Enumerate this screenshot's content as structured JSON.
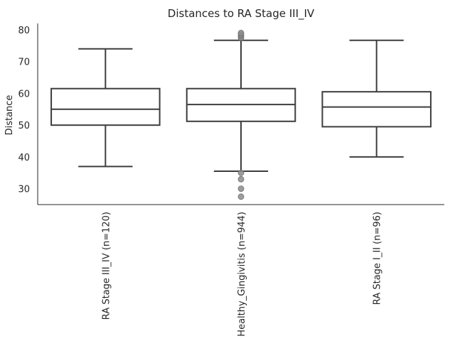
{
  "chart_data": {
    "type": "box",
    "title": "Distances to RA Stage III_IV",
    "xlabel": "",
    "ylabel": "Distance",
    "ylim": [
      25,
      82
    ],
    "yticks": [
      30,
      40,
      50,
      60,
      70,
      80
    ],
    "grid": false,
    "categories": [
      "RA Stage III_IV (n=120)",
      "Healthy_Gingivitis (n=944)",
      "RA Stage I_II (n=96)"
    ],
    "boxes": [
      {
        "whisker_low": 37,
        "q1": 50,
        "median": 55,
        "q3": 61.5,
        "whisker_high": 74,
        "outliers": []
      },
      {
        "whisker_low": 35.5,
        "q1": 51.2,
        "median": 56.5,
        "q3": 61.5,
        "whisker_high": 76.7,
        "outliers": [
          35,
          33,
          30,
          27.5,
          77.5,
          78,
          78.5,
          79
        ]
      },
      {
        "whisker_low": 40,
        "q1": 49.5,
        "median": 55.7,
        "q3": 60.5,
        "whisker_high": 76.7,
        "outliers": []
      }
    ],
    "colors": {
      "box_edge": "#3d3d3d",
      "box_fill": "#ffffff",
      "outlier": "#8c8c8c",
      "axis": "#262626"
    }
  }
}
